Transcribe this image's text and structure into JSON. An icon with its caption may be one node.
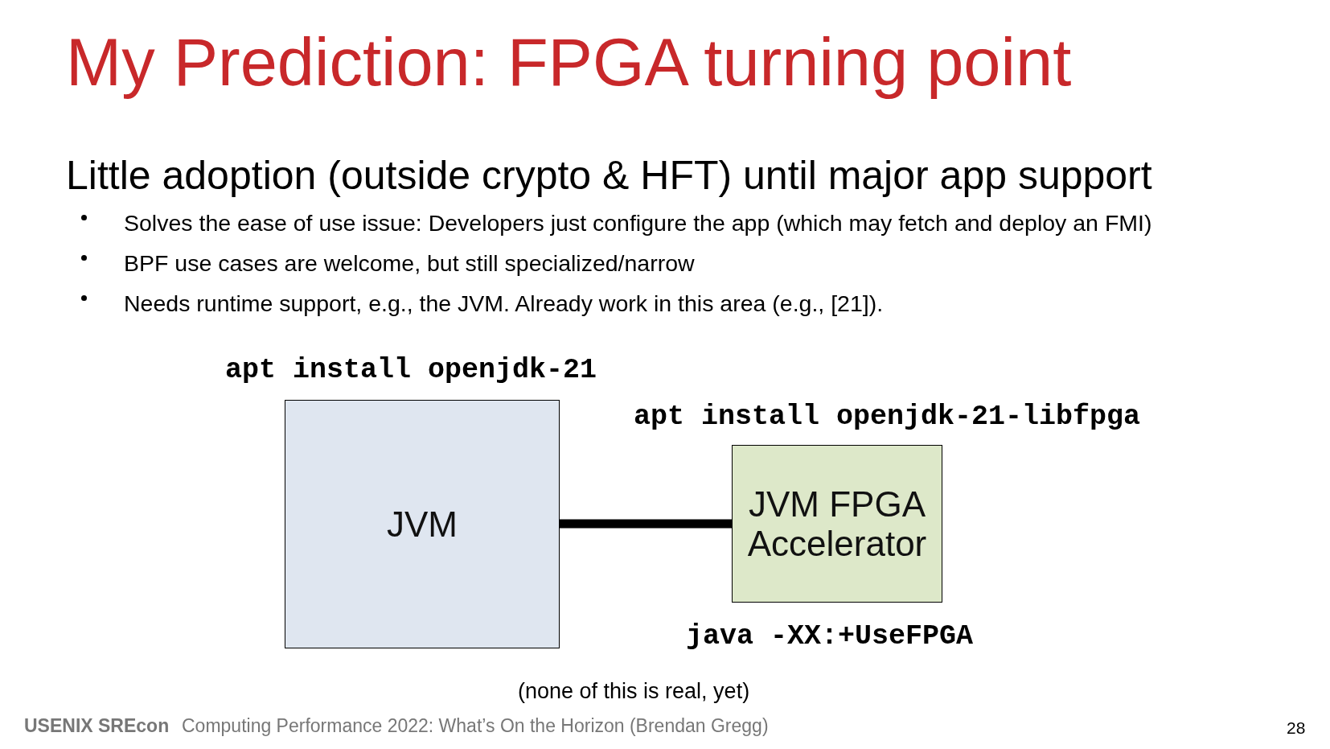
{
  "diagram": {
    "title": "My Prediction: FPGA turning point",
    "nodes": [
      {
        "text": [
          "JVM"
        ],
        "beside": [
          "apt install openjdk-21"
        ]
      },
      {
        "text": [
          "JVM FPGA Accelerator"
        ],
        "beside": [
          "apt install openjdk-21-libfpga",
          "java -XX:+UseFPGA"
        ]
      }
    ],
    "edges": [
      {
        "from": 0,
        "to": 1,
        "arrow": "none"
      }
    ],
    "labels": [
      "Little adoption (outside crypto & HFT) until major app support",
      "Solves the ease of use issue: Developers just configure the app (which may fetch and deploy an FMI)",
      "BPF use cases are welcome, but still specialized/narrow",
      "Needs runtime support, e.g., the JVM. Already work in this area (e.g., [21]).",
      "(none of this is real, yet)",
      "USENIX SREcon",
      "Computing Performance 2022: What’s On the Horizon (Brendan Gregg)",
      "28"
    ]
  }
}
